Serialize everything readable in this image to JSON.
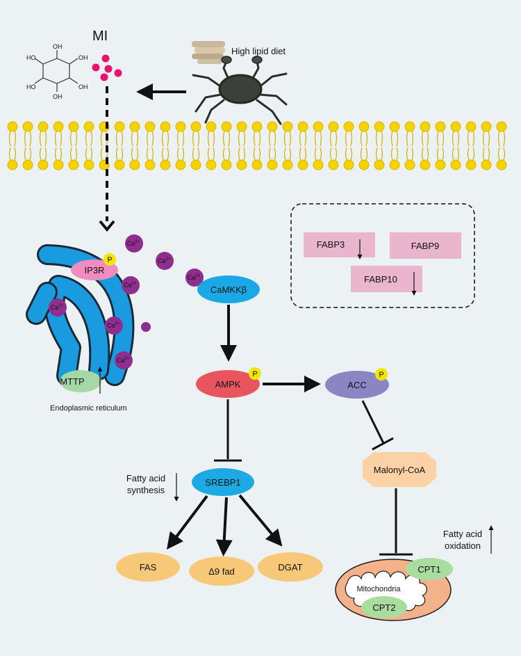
{
  "inositol": {
    "label": "MI"
  },
  "diet": {
    "label": "High lipid diet"
  },
  "receptor": {
    "label": "IP3R",
    "phospho": "P"
  },
  "calcium": {
    "label": "Ca",
    "charge": "2+"
  },
  "kinase": {
    "label": "CaMKKβ"
  },
  "ampk": {
    "label": "AMPK",
    "phospho": "P"
  },
  "acc": {
    "label": "ACC",
    "phospho": "P"
  },
  "srebp": {
    "label": "SREBP1"
  },
  "malonyl": {
    "label": "Malonyl-CoA"
  },
  "er": {
    "label": "Endoplasmic reticulum"
  },
  "mttp": {
    "label": "MTTP"
  },
  "fabp": {
    "fabp3": "FABP3",
    "fabp9": "FABP9",
    "fabp10": "FABP10"
  },
  "synthesis": {
    "line1": "Fatty acid",
    "line2": "synthesis"
  },
  "oxidation": {
    "line1": "Fatty acid",
    "line2": "oxidation"
  },
  "targets": {
    "fas": "FAS",
    "fad": "Δ9 fad",
    "dgat": "DGAT"
  },
  "mito": {
    "label": "Mitochondria",
    "cpt1": "CPT1",
    "cpt2": "CPT2"
  },
  "colors": {
    "background": "#ecf1f3",
    "membrane": "#f5d300",
    "er": "#1a9be0",
    "calcium": "#8e2f8f",
    "receptor": "#f08cc0",
    "mttp": "#a6d8a6",
    "phospho": "#f3e600",
    "kinase": "#1aa9e6",
    "ampk": "#e8555e",
    "acc": "#8b86c3",
    "srebp": "#1ca9e4",
    "malonyl": "#fbd1a6",
    "target": "#f6c878",
    "fabp": "#e9b6cd",
    "mito_outer": "#f4b28a",
    "cpt": "#a9dc9f",
    "inositol_dots": "#e8136e"
  }
}
